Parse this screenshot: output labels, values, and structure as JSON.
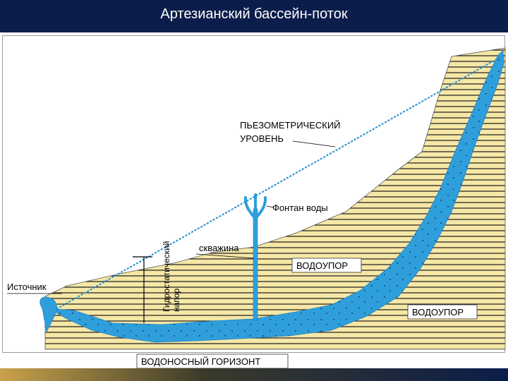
{
  "title": "Артезианский бассейн-поток",
  "labels": {
    "piezo_line1": "ПЬЕЗОМЕТРИЧЕСКИЙ",
    "piezo_line2": "УРОВЕНЬ",
    "fountain": "Фонтан воды",
    "well": "скважина",
    "aquiclude_top": "ВОДОУПОР",
    "aquiclude_bottom": "ВОДОУПОР",
    "source": "Источник",
    "head_line1": "Гидростатический",
    "head_line2": "напор",
    "aquifer": "ВОДОНОСНЫЙ ГОРИЗОНТ"
  },
  "colors": {
    "title_bg": "#0b1d4a",
    "title_text": "#ffffff",
    "strata_fill": "#f5e7a6",
    "strata_line": "#1a1a1a",
    "water": "#2f9fdc",
    "piezo_line": "#1f8fd0"
  }
}
